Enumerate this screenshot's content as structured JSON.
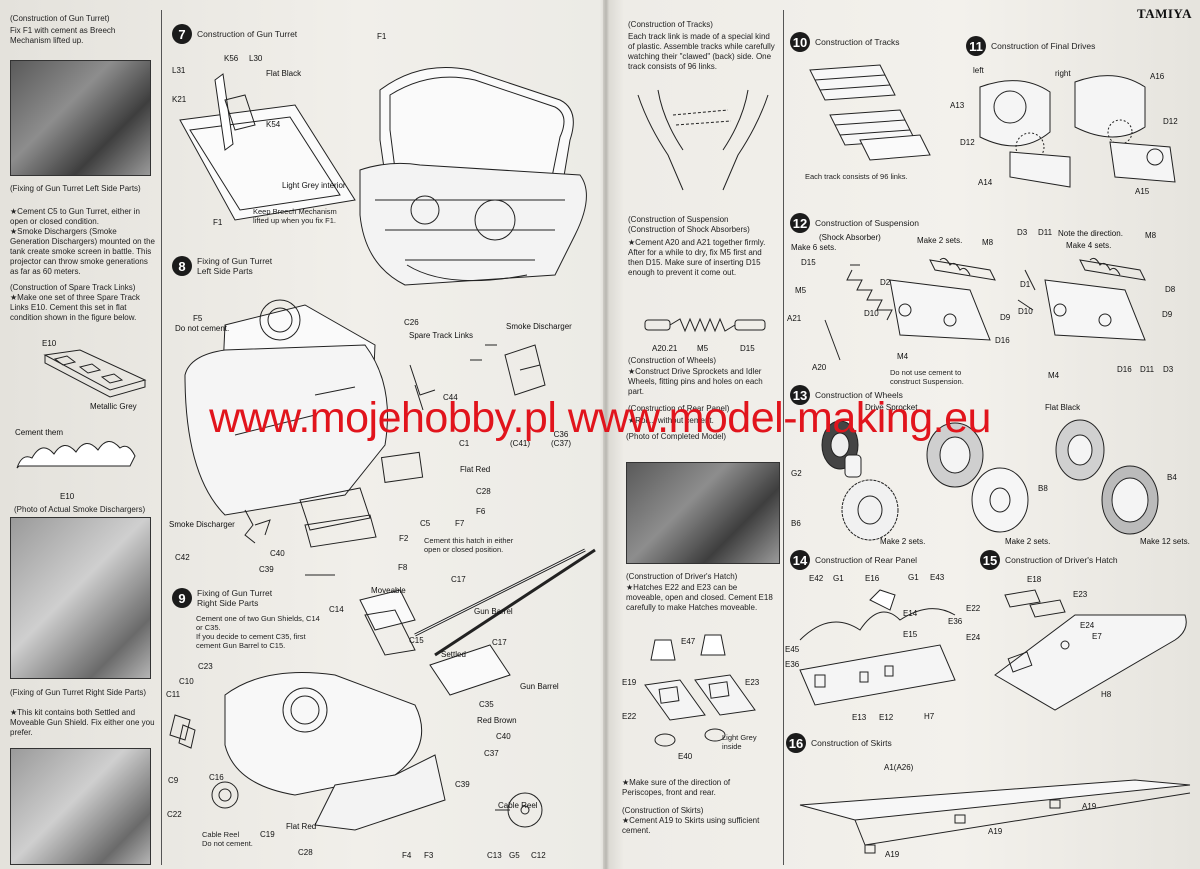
{
  "brand": "TAMIYA",
  "watermark": "www.mojehobby.pl www.model-making.eu",
  "left_column": {
    "gun_turret_heading": "(Construction of Gun Turret)",
    "gun_turret_text": "Fix F1 with cement as Breech Mechanism lifted up.",
    "left_side_heading": "(Fixing of Gun Turret Left Side Parts)",
    "left_side_text": "★Cement C5 to Gun Turret, either in open or closed condition.\n★Smoke Dischargers (Smoke Generation Dischargers) mounted on the tank create smoke screen in battle. This projector can throw smoke generations as far as 60 meters.",
    "spare_track_heading": "(Construction of Spare Track Links)",
    "spare_track_text": "★Make one set of three Spare Track Links E10. Cement this set in flat condition shown in the figure below.",
    "e10_label": "E10",
    "metallic_grey": "Metallic Grey",
    "cement_them": "Cement them",
    "e10_label_2": "E10",
    "photo_caption": "(Photo of Actual Smoke Dischargers)",
    "right_side_heading": "(Fixing of Gun Turret Right Side Parts)",
    "right_side_text": "★This kit contains both Settled and Moveable Gun Shield. Fix either one you prefer."
  },
  "step7": {
    "num": "7",
    "title": "Construction of Gun Turret",
    "labels": [
      "L31",
      "K56",
      "L30",
      "Flat Black",
      "K21",
      "K54",
      "F1",
      "F1",
      "Light Grey interior",
      "Keep Breech Mechanism\nlifted up when you fix F1."
    ]
  },
  "step8": {
    "num": "8",
    "title": "Fixing of Gun Turret\nLeft Side Parts",
    "labels": [
      "F5",
      "Do not cement.",
      "C26",
      "Spare Track Links",
      "Smoke Discharger",
      "C44",
      "C36\n(C37)",
      "(C41)",
      "C1",
      "Flat Red",
      "C28",
      "F6",
      "F7",
      "C5",
      "F2",
      "Cement this hatch in either\nopen or closed position.",
      "F8",
      "Smoke Discharger",
      "C42",
      "C40",
      "C39"
    ]
  },
  "step9": {
    "num": "9",
    "title": "Fixing of Gun Turret\nRight Side Parts",
    "text": "Cement one of two Gun Shields, C14\nor C35.\nIf you decide to cement C35, first\ncement Gun Barrel to C15.",
    "labels": [
      "Moveable",
      "C17",
      "C14",
      "Gun Barrel",
      "C15",
      "Settled",
      "C17",
      "Gun Barrel",
      "C35",
      "Red Brown",
      "C40",
      "C37",
      "C39",
      "C23",
      "C10",
      "C11",
      "C9",
      "C16",
      "C22",
      "Cable Reel\nDo not cement.",
      "C19",
      "Flat Red",
      "C28",
      "F4",
      "F3",
      "Cable Reel",
      "C13",
      "G5",
      "C12"
    ]
  },
  "middle_column": {
    "tracks_heading": "(Construction of Tracks)",
    "tracks_text": "Each track link is made of a special kind of plastic. Assemble tracks while carefully watching their \"clawed\" (back) side. One track consists of 96 links.",
    "suspension_heading": "(Construction of Suspension\n(Construction of Shock Absorbers)",
    "suspension_text": "★Cement A20 and A21 together firmly. After for a while to dry, fix M5 first and then D15. Make sure of inserting D15 enough to prevent it come out.",
    "shock_labels": [
      "A20.21",
      "M5",
      "D15"
    ],
    "wheels_heading": "(Construction of Wheels)",
    "wheels_text": "★Construct Drive Sprockets and Idler Wheels, fitting pins and holes on each part.",
    "rear_heading": "(Construction of Rear Panel)",
    "rear_text": "★Roll... without cement.",
    "completed_photo": "(Photo of Completed Model)",
    "hatch_heading": "(Construction of Driver's Hatch)",
    "hatch_text": "★Hatches E22 and E23 can be moveable, open and closed. Cement E18 carefully to make Hatches moveable.",
    "hatch_labels": [
      "E47",
      "E19",
      "E23",
      "E22",
      "E40",
      "Light Grey\ninside"
    ],
    "periscope_text": "★Make sure of the direction of Periscopes, front and rear.",
    "skirts_heading": "(Construction of Skirts)",
    "skirts_text": "★Cement A19 to Skirts using sufficient cement."
  },
  "step10": {
    "num": "10",
    "title": "Construction of Tracks",
    "caption": "Each track consists of 96 links."
  },
  "step11": {
    "num": "11",
    "title": "Construction of Final Drives",
    "labels": [
      "left",
      "right",
      "A16",
      "A13",
      "D12",
      "D12",
      "A14",
      "A15"
    ]
  },
  "step12": {
    "num": "12",
    "title": "Construction of Suspension",
    "labels": [
      "(Shock Absorber)",
      "Make 6 sets.",
      "D15",
      "M5",
      "A21",
      "A20",
      "Make 2 sets.",
      "M8",
      "D2",
      "D10",
      "D9",
      "D16",
      "M4",
      "D3",
      "D11",
      "Note the direction.",
      "Make 4 sets.",
      "M8",
      "D1",
      "D8",
      "D10",
      "D9",
      "M4",
      "D16",
      "D11",
      "D3",
      "Do not use cement to\nconstruct Suspension."
    ]
  },
  "step13": {
    "num": "13",
    "title": "Construction of Wheels",
    "labels": [
      "Drive Sprocket",
      "Flat Black",
      "G2",
      "B6",
      "Make 2 sets.",
      "B8",
      "Make 2 sets.",
      "B4",
      "Make 12 sets."
    ]
  },
  "step14": {
    "num": "14",
    "title": "Construction of Rear Panel",
    "labels": [
      "E42",
      "G1",
      "E16",
      "G1",
      "E43",
      "E14",
      "E36",
      "E15",
      "E45",
      "E36",
      "E13",
      "E12",
      "H7"
    ]
  },
  "step15": {
    "num": "15",
    "title": "Construction of Driver's Hatch",
    "labels": [
      "E18",
      "E22",
      "E23",
      "E24",
      "E24",
      "E7",
      "H8"
    ]
  },
  "step16": {
    "num": "16",
    "title": "Construction of Skirts",
    "labels": [
      "A1(A26)",
      "A19",
      "A19",
      "A19"
    ]
  }
}
